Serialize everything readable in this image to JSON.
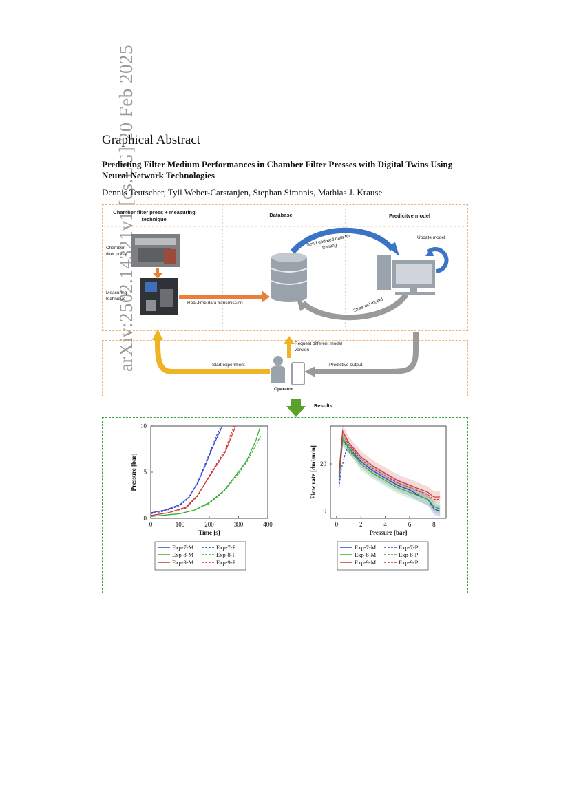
{
  "page": {
    "arxiv_stamp": "arXiv:2502.14321v1 [cs.LG] 20 Feb 2025",
    "heading": "Graphical Abstract",
    "title": "Predicting Filter Medium Performances in Chamber Filter Presses with Digital Twins Using Neural Network Technologies",
    "authors": "Dennis Teutscher, Tyll Weber-Carstanjen, Stephan Simonis, Mathias J. Krause"
  },
  "diagram": {
    "col_left_title": "Chamber filter press + measuring technique",
    "col_mid_title": "Database",
    "col_right_title": "Predicitve model",
    "label_chamber": "Chamber filter press",
    "label_measuring": "Measuring technique",
    "label_realtime": "Real-time data transmission",
    "label_send": "Send updated data for training",
    "label_store": "Store old model",
    "label_update": "Update model",
    "label_request": "Request different model version",
    "label_start": "Start experiment",
    "label_predictive_output": "Predictive output",
    "label_operator": "Operator",
    "label_results": "Results",
    "colors": {
      "orange": "#e8803a",
      "yellow": "#f0b323",
      "blue": "#3b74c4",
      "gray": "#9a9a9a",
      "green": "#5aa02c"
    }
  },
  "chart_data": [
    {
      "type": "line",
      "xlabel": "Time [s]",
      "ylabel": "Pressure [bar]",
      "xlim": [
        0,
        400
      ],
      "ylim": [
        0,
        10
      ],
      "xticks": [
        "0",
        "100",
        "200",
        "300",
        "400"
      ],
      "yticks": [
        "0",
        "5",
        "10"
      ],
      "series": [
        {
          "name": "Exp-7-M",
          "color": "#3344cc",
          "dash": false,
          "x": [
            0,
            50,
            100,
            130,
            160,
            190,
            210,
            230,
            245
          ],
          "y": [
            0.6,
            0.9,
            1.5,
            2.3,
            3.8,
            6.0,
            7.6,
            9.0,
            10.0
          ]
        },
        {
          "name": "Exp-7-P",
          "color": "#3344cc",
          "dash": true,
          "x": [
            0,
            50,
            100,
            130,
            160,
            190,
            210,
            228,
            240
          ],
          "y": [
            0.5,
            0.8,
            1.4,
            2.2,
            3.9,
            6.2,
            7.8,
            9.2,
            10.0
          ]
        },
        {
          "name": "Exp-8-M",
          "color": "#33aa33",
          "dash": false,
          "x": [
            0,
            100,
            150,
            200,
            250,
            300,
            330,
            360,
            375
          ],
          "y": [
            0.2,
            0.5,
            0.9,
            1.7,
            3.0,
            5.0,
            6.4,
            8.5,
            10.0
          ]
        },
        {
          "name": "Exp-8-P",
          "color": "#33aa33",
          "dash": true,
          "x": [
            0,
            100,
            150,
            200,
            250,
            300,
            330,
            360,
            380
          ],
          "y": [
            0.2,
            0.5,
            0.9,
            1.6,
            2.9,
            4.8,
            6.2,
            8.0,
            9.2
          ]
        },
        {
          "name": "Exp-9-M",
          "color": "#cc3333",
          "dash": false,
          "x": [
            0,
            60,
            120,
            160,
            200,
            230,
            255,
            275,
            290
          ],
          "y": [
            0.3,
            0.6,
            1.2,
            2.5,
            4.5,
            6.0,
            7.2,
            8.8,
            10.0
          ]
        },
        {
          "name": "Exp-9-P",
          "color": "#cc3333",
          "dash": true,
          "x": [
            0,
            60,
            120,
            160,
            200,
            230,
            255,
            272,
            285
          ],
          "y": [
            0.3,
            0.6,
            1.1,
            2.4,
            4.6,
            6.2,
            7.4,
            9.0,
            10.0
          ]
        }
      ],
      "legend": "bottom"
    },
    {
      "type": "line",
      "xlabel": "Pressure [bar]",
      "ylabel": "Flow rate [dm³/min]",
      "xlim": [
        -0.5,
        9
      ],
      "ylim": [
        -3,
        36
      ],
      "xticks": [
        "0",
        "2",
        "4",
        "6",
        "8"
      ],
      "yticks": [
        "0",
        "20"
      ],
      "series": [
        {
          "name": "Exp-7-M",
          "color": "#3344cc",
          "dash": false,
          "x": [
            0.2,
            0.5,
            1,
            2,
            3,
            4,
            5,
            6,
            7,
            7.5,
            8,
            8.5
          ],
          "y": [
            12,
            30,
            27,
            21,
            17,
            14,
            11,
            9,
            6,
            5,
            1,
            0
          ]
        },
        {
          "name": "Exp-7-P",
          "color": "#3344cc",
          "dash": true,
          "x": [
            0.2,
            0.4,
            0.8,
            2,
            3,
            4,
            5,
            6,
            7,
            7.5,
            8,
            8.5
          ],
          "y": [
            10,
            18,
            26,
            21,
            17,
            14,
            11,
            9,
            6,
            5,
            1,
            0
          ]
        },
        {
          "name": "Exp-8-M",
          "color": "#33aa33",
          "dash": false,
          "x": [
            0.2,
            0.5,
            1,
            2,
            3,
            4,
            5,
            6,
            7,
            7.5,
            8,
            8.5
          ],
          "y": [
            14,
            31,
            27,
            20,
            16,
            13,
            10,
            8,
            6,
            5,
            2,
            1
          ]
        },
        {
          "name": "Exp-8-P",
          "color": "#33aa33",
          "dash": true,
          "x": [
            0.2,
            0.5,
            1,
            2,
            3,
            4,
            5,
            6,
            7,
            7.5,
            8,
            8.5
          ],
          "y": [
            13,
            30,
            26,
            20,
            16,
            13,
            10,
            8,
            6,
            5,
            2,
            1
          ]
        },
        {
          "name": "Exp-9-M",
          "color": "#cc3333",
          "dash": false,
          "x": [
            0.2,
            0.5,
            1,
            2,
            3,
            4,
            5,
            6,
            7,
            7.5,
            8,
            8.5
          ],
          "y": [
            16,
            34,
            29,
            23,
            19,
            16,
            13,
            11,
            9,
            8,
            6,
            6
          ]
        },
        {
          "name": "Exp-9-P",
          "color": "#cc3333",
          "dash": true,
          "x": [
            0.2,
            0.5,
            1,
            2,
            3,
            4,
            5,
            6,
            7,
            7.5,
            8,
            8.5
          ],
          "y": [
            15,
            33,
            28,
            22,
            18,
            15,
            12,
            10,
            8,
            7,
            5,
            5
          ]
        }
      ],
      "legend": "bottom"
    }
  ]
}
